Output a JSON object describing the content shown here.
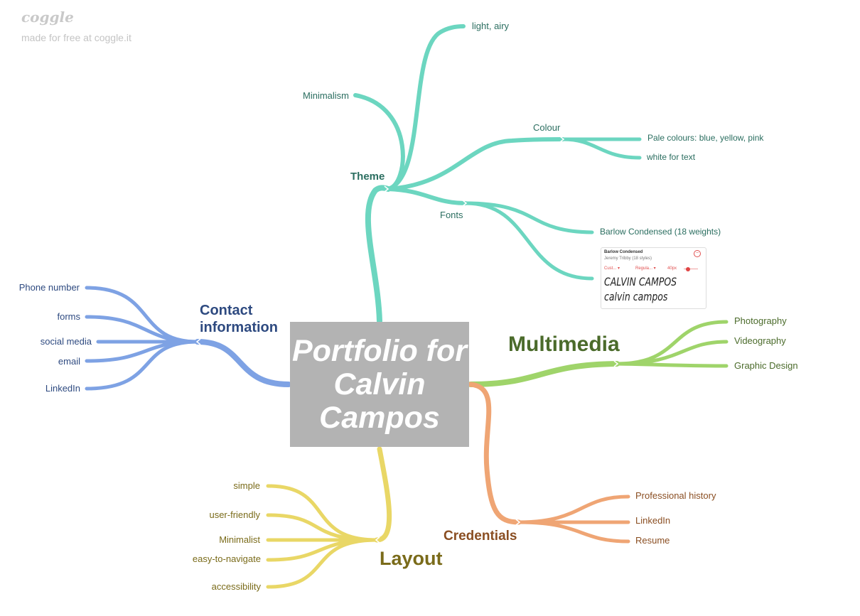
{
  "watermark": {
    "logo": "coggle",
    "tagline": "made for free at coggle.it"
  },
  "central": {
    "title": "Portfolio for Calvin Campos",
    "color": "#b3b3b3"
  },
  "branches": {
    "theme": {
      "color": "#6cd6c0",
      "label": "Theme",
      "minimalism": "Minimalism",
      "light_airy": "light, airy",
      "colour": {
        "label": "Colour",
        "pale": "Pale colours: blue, yellow, pink",
        "white_text": "white for text"
      },
      "fonts": {
        "label": "Fonts",
        "barlow": "Barlow Condensed (18 weights)",
        "preview": {
          "name": "Barlow Condensed",
          "meta": "Jeremy Tribby (18 styles)",
          "ctl1": "Cust...  ▾",
          "ctl2": "Regula...  ▾",
          "size": "40px",
          "upper": "CALVIN CAMPOS",
          "lower": "calvin campos"
        }
      }
    },
    "contact": {
      "color": "#7ea2e4",
      "label": "Contact information",
      "items": [
        "Phone number",
        "forms",
        "social media",
        "email",
        "LinkedIn"
      ]
    },
    "multimedia": {
      "color": "#9fd46a",
      "label": "Multimedia",
      "items": [
        "Photography",
        "Videography",
        "Graphic Design"
      ]
    },
    "credentials": {
      "color": "#efa574",
      "label": "Credentials",
      "items": [
        "Professional history",
        "LinkedIn",
        "Resume"
      ]
    },
    "layout": {
      "color": "#e9d766",
      "label": "Layout",
      "items": [
        "simple",
        "user-friendly",
        "Minimalist",
        "easy-to-navigate",
        "accessibility"
      ]
    }
  }
}
